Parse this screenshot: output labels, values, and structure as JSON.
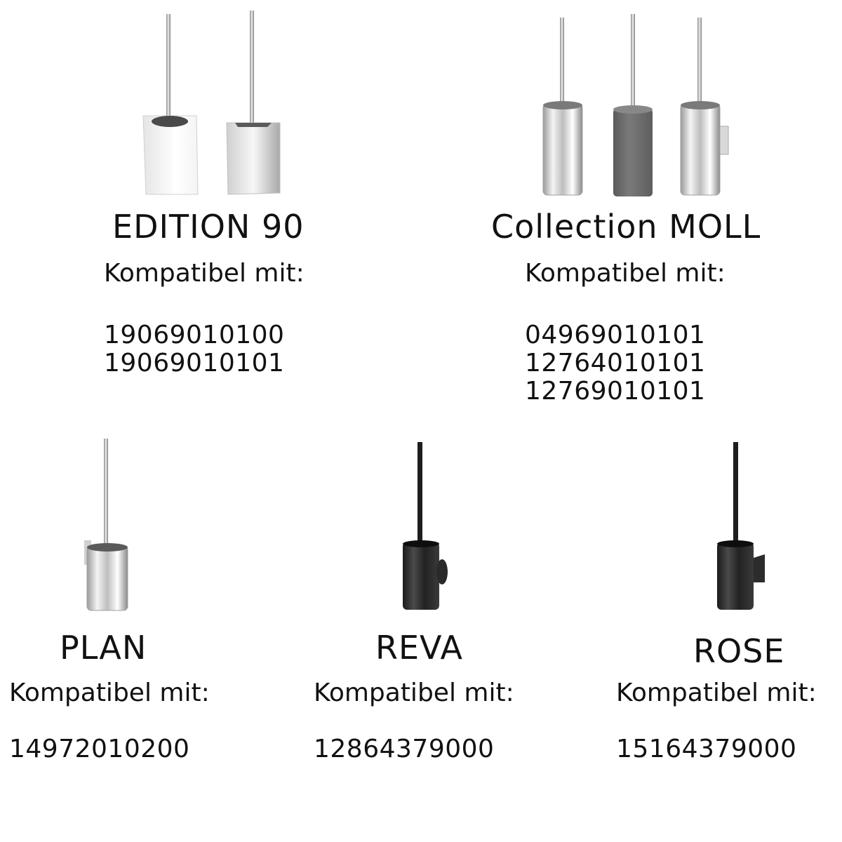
{
  "products": [
    {
      "name": "EDITION 90",
      "compat_label": "Kompatibel mit:",
      "codes": [
        "19069010100",
        "19069010101"
      ]
    },
    {
      "name": "Collection MOLL",
      "compat_label": "Kompatibel mit:",
      "codes": [
        "04969010101",
        "12764010101",
        "12769010101"
      ]
    },
    {
      "name": "PLAN",
      "compat_label": "Kompatibel mit:",
      "codes": [
        "14972010200"
      ]
    },
    {
      "name": "REVA",
      "compat_label": "Kompatibel mit:",
      "codes": [
        "12864379000"
      ]
    },
    {
      "name": "ROSE",
      "compat_label": "Kompatibel mit:",
      "codes": [
        "15164379000"
      ]
    }
  ],
  "colors": {
    "text": "#111111",
    "chrome_light": "#f2f2f2",
    "chrome_dark": "#8c8c8c",
    "anthracite": "#2a2a2a",
    "grey_body": "#6e6e6e"
  },
  "icons": [
    "toilet-brush-square-white",
    "toilet-brush-square-chrome",
    "toilet-brush-cylinder-chrome",
    "toilet-brush-cylinder-grey",
    "toilet-brush-wall-chrome",
    "toilet-brush-wall-black"
  ]
}
